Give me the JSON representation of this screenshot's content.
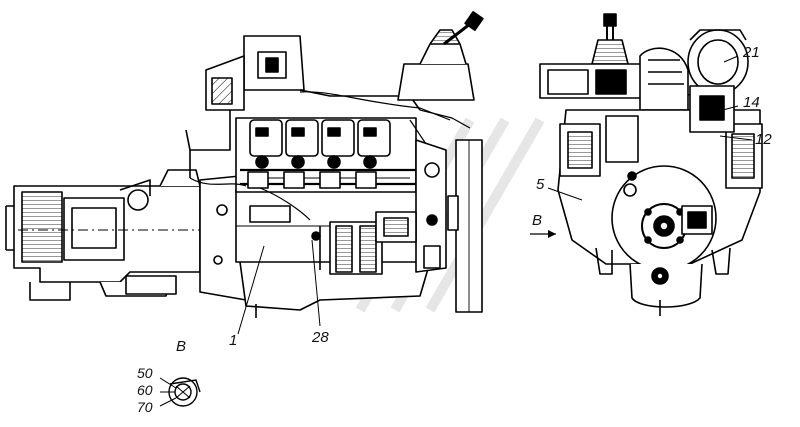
{
  "diagram": {
    "callouts": {
      "c21": "21",
      "c14": "14",
      "c12": "12",
      "c5": "5",
      "c1": "1",
      "c28": "28"
    },
    "view_marks": {
      "arrow_label": "B",
      "detail_label": "B"
    },
    "detail_items": {
      "i50": "50",
      "i60": "60",
      "i70": "70"
    }
  }
}
